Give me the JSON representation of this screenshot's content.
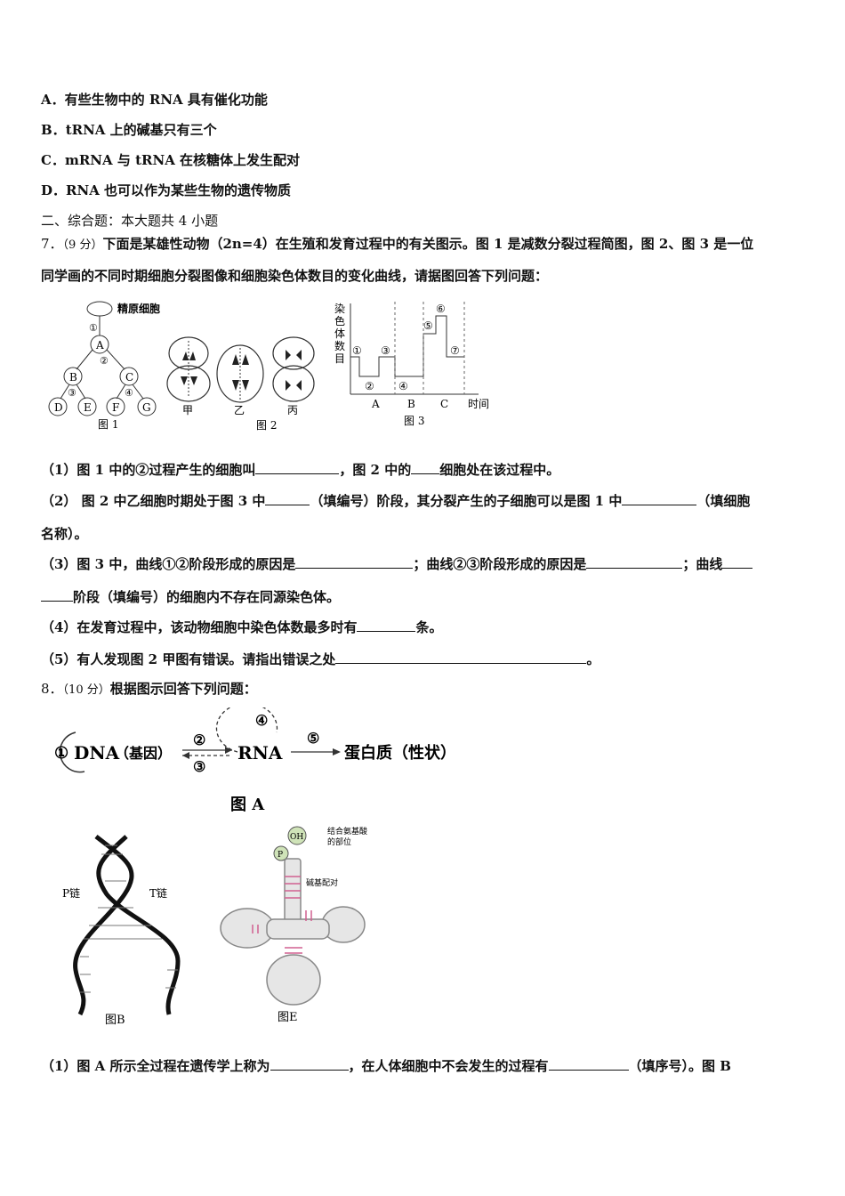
{
  "options": [
    {
      "letter": "A．",
      "text": "有些生物中的 RNA 具有催化功能"
    },
    {
      "letter": "B．",
      "text": "tRNA 上的碱基只有三个"
    },
    {
      "letter": "C．",
      "text": "mRNA 与 tRNA 在核糖体上发生配对"
    },
    {
      "letter": "D．",
      "text": "RNA 也可以作为某些生物的遗传物质"
    }
  ],
  "section_heading": "二、综合题：本大题共 4 小题",
  "q7": {
    "num": "7．",
    "points": "（9 分）",
    "stem_line1": "下面是某雄性动物（2n=4）在生殖和发育过程中的有关图示。图 1 是减数分裂过程简图，图 2、图 3 是一位",
    "stem_line2": "同学画的不同时期细胞分裂图像和细胞染色体数目的变化曲线，请据图回答下列问题：",
    "fig1": {
      "caption": "图 1",
      "label_top": "精原细胞",
      "nodes": [
        "A",
        "B",
        "C",
        "D",
        "E",
        "F",
        "G"
      ],
      "steps": [
        "①",
        "②",
        "③",
        "④"
      ]
    },
    "fig2": {
      "caption": "图 2",
      "labels": [
        "甲",
        "乙",
        "丙"
      ]
    },
    "fig3": {
      "caption": "图 3",
      "ylabel": "染色体数目",
      "xlabel": "时间",
      "xticks": [
        "A",
        "B",
        "C"
      ],
      "steps": [
        "①",
        "②",
        "③",
        "④",
        "⑤",
        "⑥",
        "⑦"
      ]
    },
    "sub1_a": "（1）图 1 中的②过程产生的细胞叫",
    "sub1_b": "，图 2 中的",
    "sub1_c": "细胞处在该过程中。",
    "sub2_a": "（2） 图 2 中乙细胞时期处于图 3 中",
    "sub2_b": "（填编号）阶段，其分裂产生的子细胞可以是图 1 中",
    "sub2_c": "（填细胞",
    "sub2_d": "名称）。",
    "sub3_a": "（3）图 3 中，曲线①②阶段形成的原因是",
    "sub3_b": "；曲线②③阶段形成的原因是",
    "sub3_c": "；曲线",
    "sub3_d": "阶段（填编号）的细胞内不存在同源染色体。",
    "sub4_a": "（4）在发育过程中，该动物细胞中染色体数最多时有",
    "sub4_b": "条。",
    "sub5_a": "（5）有人发现图 2 甲图有错误。请指出错误之处",
    "sub5_b": "。"
  },
  "q8": {
    "num": "8．",
    "points": "（10 分）",
    "stem": "根据图示回答下列问题：",
    "figA": {
      "c1": "①",
      "dna": "DNA",
      "gene": "（基因）",
      "c2": "②",
      "c3": "③",
      "c4": "④",
      "rna": "RNA",
      "c5": "⑤",
      "protein": "蛋白质（性状）",
      "caption": "图 A"
    },
    "figB": {
      "caption": "图B",
      "p_chain": "P链",
      "t_chain": "T链"
    },
    "figE": {
      "caption": "图E",
      "oh": "OH",
      "p": "P",
      "label1": "结合氨基酸",
      "label2": "的部位",
      "label3": "碱基配对"
    },
    "sub1_a": "（1）图 A 所示全过程在遗传学上称为",
    "sub1_b": "，在人体细胞中不会发生的过程有",
    "sub1_c": "（填序号）。图 B"
  }
}
